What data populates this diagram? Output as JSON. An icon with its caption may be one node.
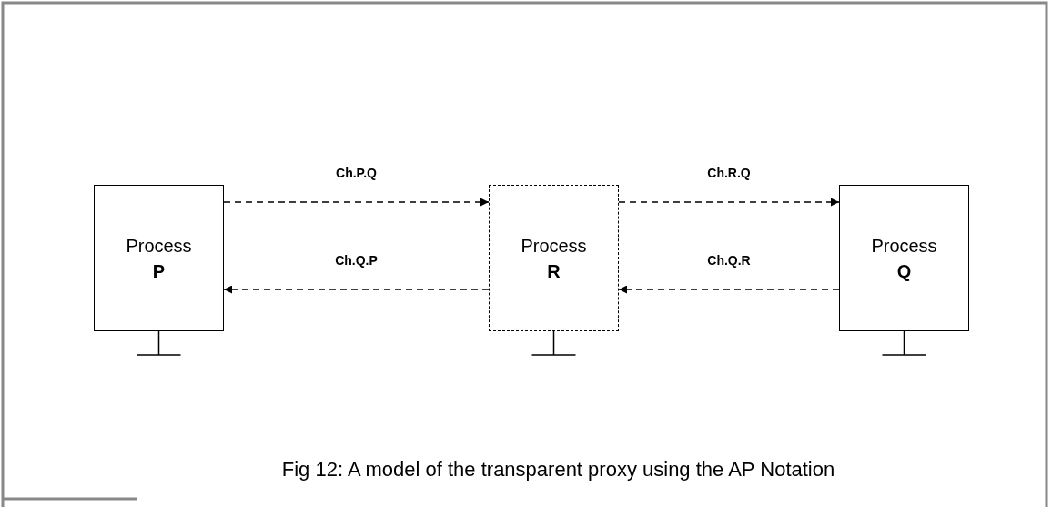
{
  "diagram": {
    "caption": "Fig 12: A model of the transparent proxy using the AP Notation",
    "nodes": [
      {
        "text": [
          "Process",
          "P"
        ]
      },
      {
        "text": [
          "Process",
          "R"
        ]
      },
      {
        "text": [
          "Process",
          "Q"
        ]
      }
    ],
    "edges": [
      {
        "from": 0,
        "to": 1,
        "arrow": "to",
        "label": "Ch.P.Q",
        "style": "dashed"
      },
      {
        "from": 1,
        "to": 0,
        "arrow": "to",
        "label": "Ch.Q.P",
        "style": "dashed"
      },
      {
        "from": 1,
        "to": 2,
        "arrow": "to",
        "label": "Ch.R.Q",
        "style": "dashed"
      },
      {
        "from": 2,
        "to": 1,
        "arrow": "to",
        "label": "Ch.Q.R",
        "style": "dashed"
      }
    ]
  }
}
